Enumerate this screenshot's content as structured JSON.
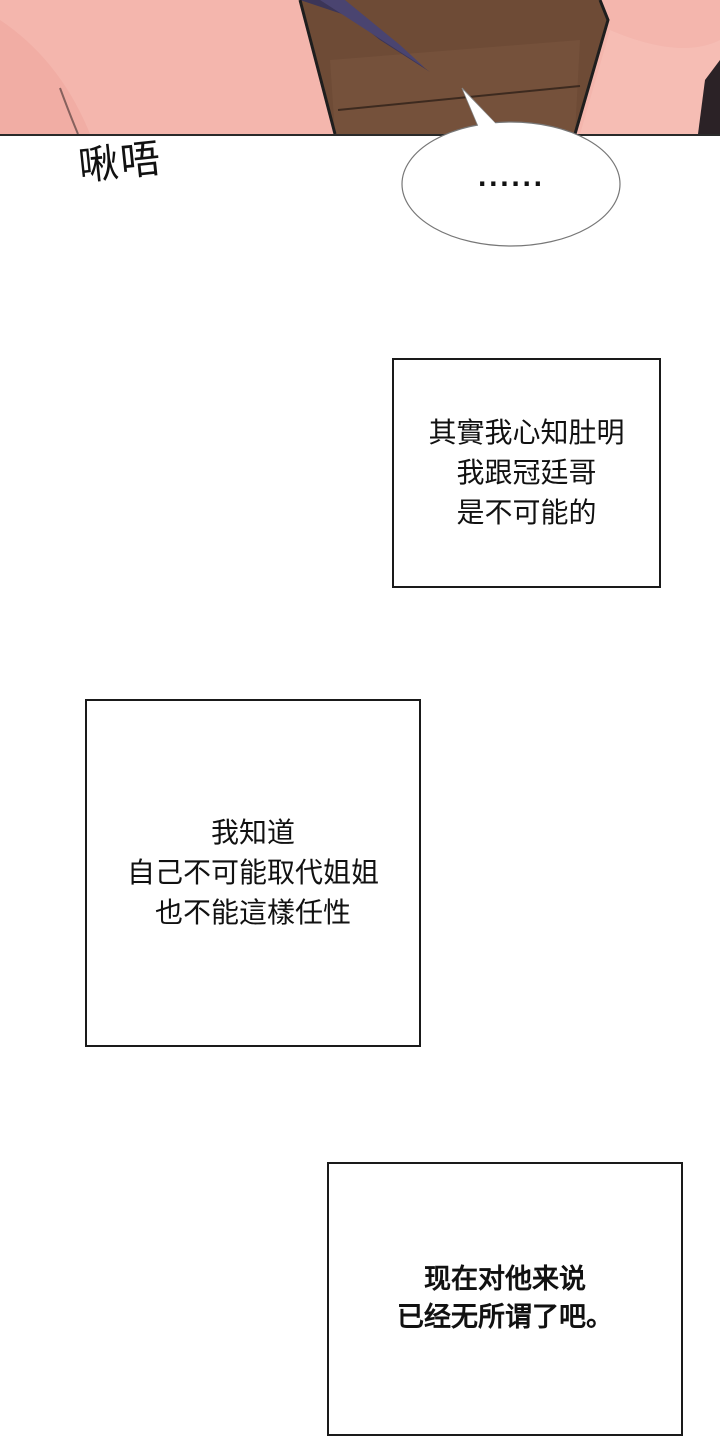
{
  "panels": {
    "top_image": {
      "description": "illustration-closeup",
      "colors": {
        "skin": "#f4b6ad",
        "skin_shadow": "#e79a92",
        "dark_bg": "#6e4b36",
        "hair": "#3b3558",
        "outline": "#1e1e1e"
      }
    },
    "sfx": {
      "text": "啾唔"
    },
    "speech_bubble": {
      "text": "······"
    },
    "captions": [
      {
        "lines": [
          "其實我心知肚明",
          "我跟冠廷哥",
          "是不可能的"
        ]
      },
      {
        "lines": [
          "我知道",
          "自己不可能取代姐姐",
          "也不能這樣任性"
        ]
      },
      {
        "lines": [
          "现在对他来说",
          "已经无所谓了吧。"
        ]
      }
    ]
  }
}
